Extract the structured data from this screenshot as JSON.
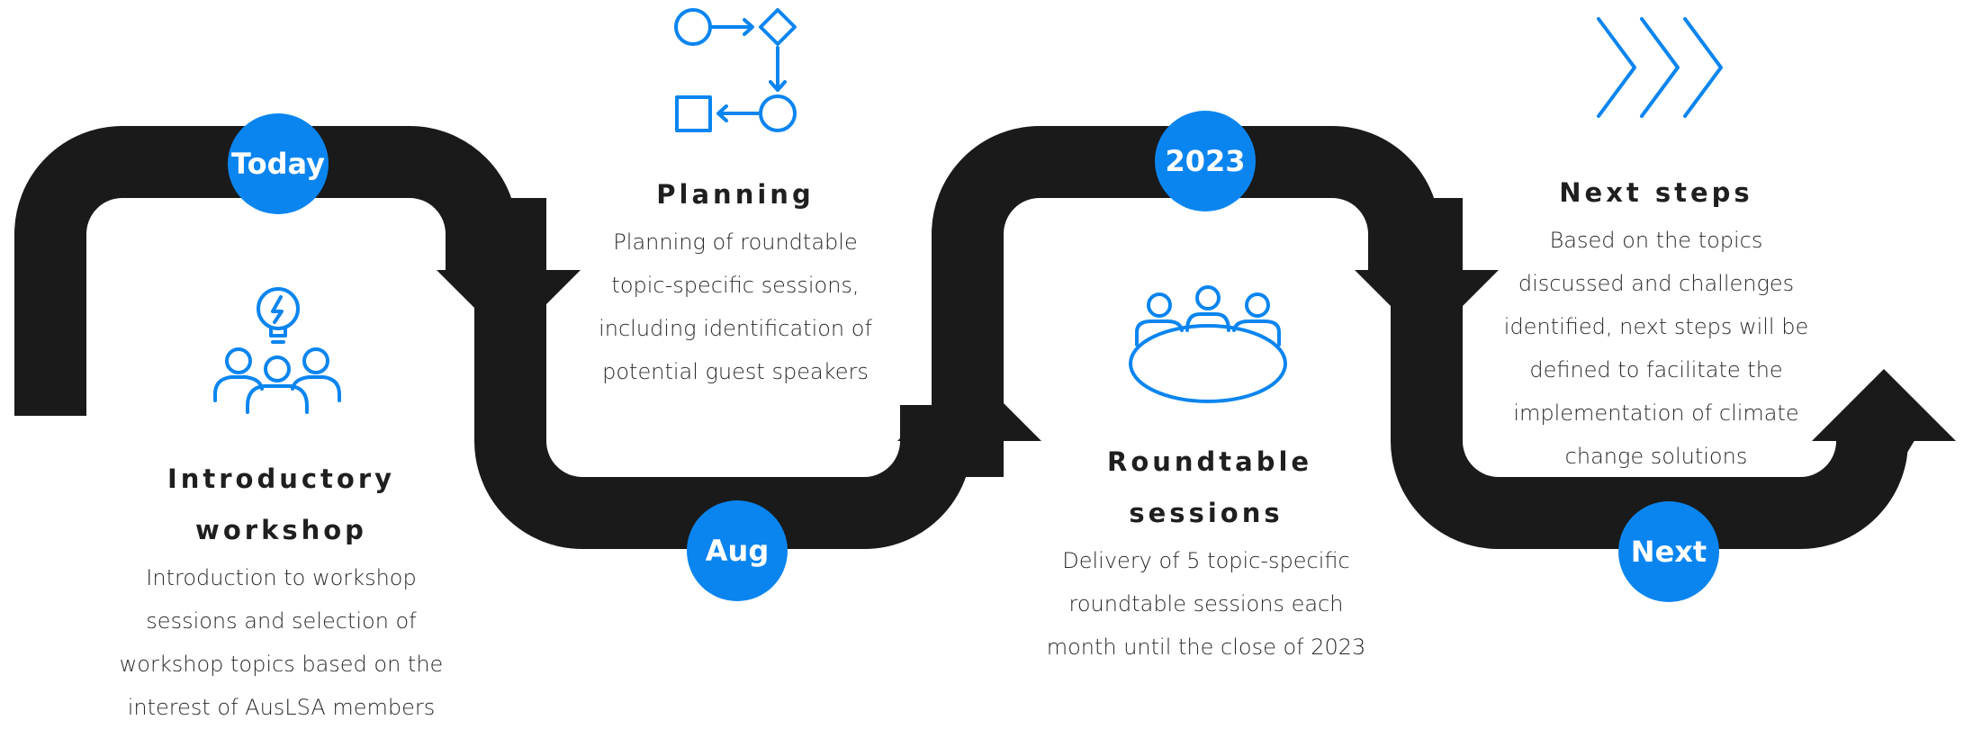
{
  "markers": {
    "today": "Today",
    "aug": "Aug",
    "year": "2023",
    "next": "Next"
  },
  "stages": {
    "introductory": {
      "title": "Introductory workshop",
      "description": "Introduction to workshop sessions and selection of workshop topics based on the interest of AusLSA members",
      "icon": "idea-people-icon"
    },
    "planning": {
      "title": "Planning",
      "description": "Planning of roundtable topic-specific sessions, including identification of potential guest speakers",
      "icon": "workflow-icon"
    },
    "roundtable": {
      "title": "Roundtable sessions",
      "description": "Delivery of 5 topic-specific roundtable sessions each month until the close of 2023",
      "icon": "roundtable-icon"
    },
    "next_steps": {
      "title": "Next steps",
      "description": "Based on the topics discussed and challenges identified, next steps will be defined to facilitate the implementation of climate change solutions",
      "icon": "chevrons-right-icon"
    }
  },
  "colors": {
    "road": "#1a1a1a",
    "accent": "#0a85f0",
    "text": "#1f1f1f"
  }
}
